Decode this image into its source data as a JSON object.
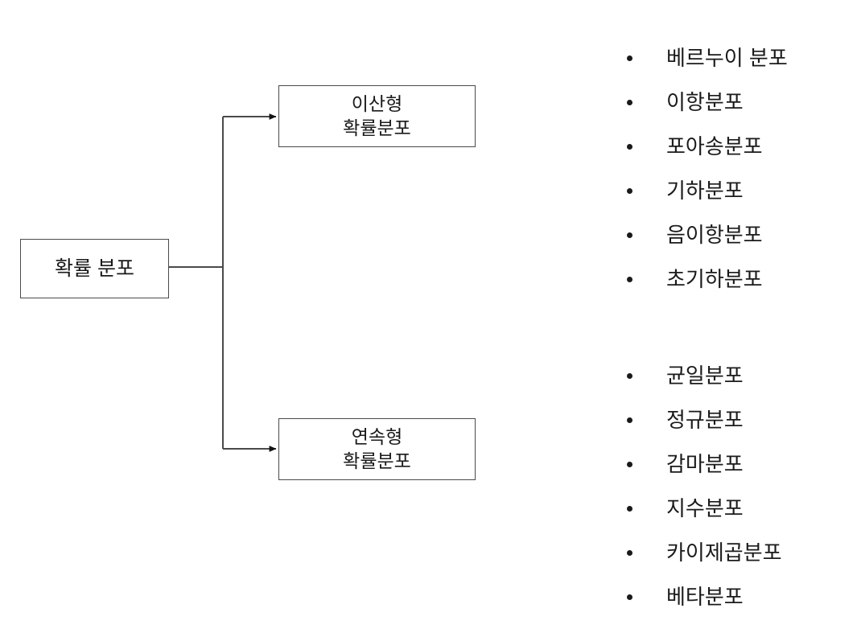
{
  "diagram": {
    "title_node": {
      "id": "root",
      "lines": [
        "확률 분포"
      ]
    },
    "branch_nodes": [
      {
        "id": "discrete",
        "line1": "이산형",
        "line2": "확률분포"
      },
      {
        "id": "continuous",
        "line1": "연속형",
        "line2": "확률분포"
      }
    ],
    "connectors": {
      "style": "orthogonal-elbow",
      "arrowhead": "solid-triangle",
      "stroke_color": "#4a4a4a"
    }
  },
  "lists": {
    "discrete": {
      "bullet_glyph": "•",
      "items": [
        {
          "label": "베르누이 분포"
        },
        {
          "label": "이항분포"
        },
        {
          "label": "포아송분포"
        },
        {
          "label": "기하분포"
        },
        {
          "label": "음이항분포"
        },
        {
          "label": "초기하분포"
        }
      ]
    },
    "continuous": {
      "bullet_glyph": "•",
      "items": [
        {
          "label": "균일분포"
        },
        {
          "label": "정규분포"
        },
        {
          "label": "감마분포"
        },
        {
          "label": "지수분포"
        },
        {
          "label": "카이제곱분포"
        },
        {
          "label": "베타분포"
        }
      ]
    }
  },
  "colors": {
    "background": "#ffffff",
    "text": "#1a1a1a",
    "border": "#4a4a4a"
  }
}
